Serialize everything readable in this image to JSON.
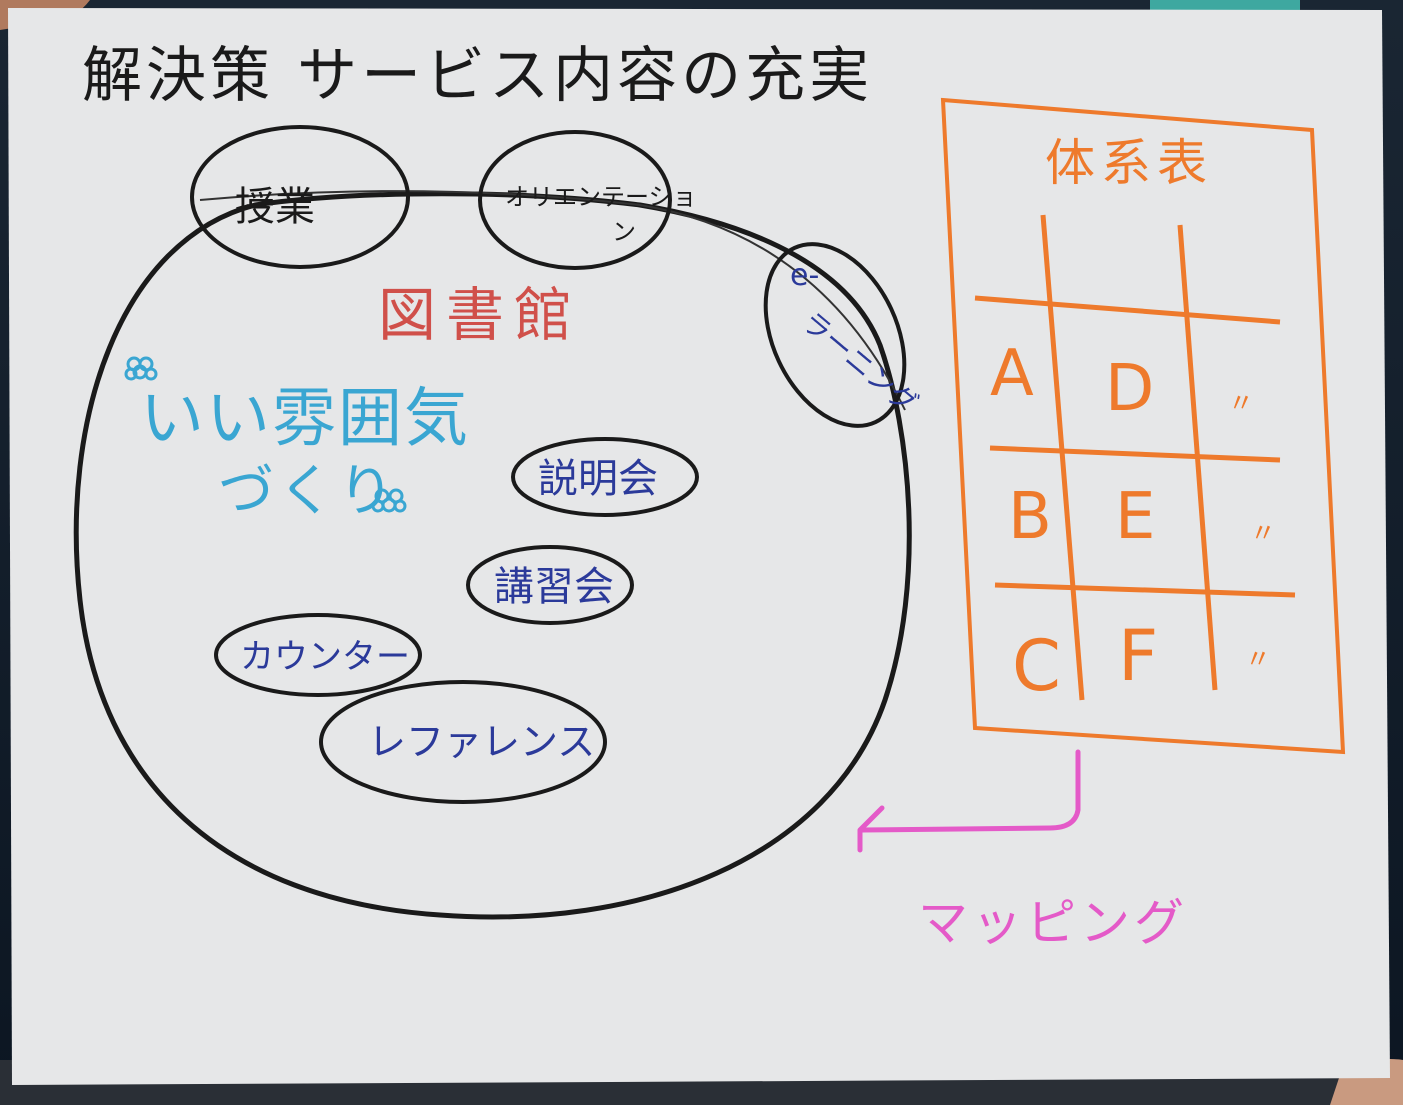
{
  "poster": {
    "title": "解決策 サービス内容の充実",
    "library_label": "図書館",
    "atmosphere_line1": "いい雰囲気",
    "atmosphere_line2": "づくり",
    "ovals": {
      "class": "授業",
      "orientation_line1": "オリエンテーショ",
      "orientation_line2": "ン",
      "elearning_line1": "e-",
      "elearning_line2": "ラーニング",
      "briefing": "説明会",
      "lecture": "講習会",
      "counter": "カウンター",
      "reference": "レファレンス"
    },
    "system_table": {
      "title": "体系表",
      "cells": [
        "A",
        "D",
        "〃",
        "B",
        "E",
        "〃",
        "C",
        "F",
        "〃"
      ]
    },
    "mapping_label": "マッピング"
  },
  "colors": {
    "paper": "#e6e7e8",
    "ink_black": "#1a1a1a",
    "ink_blue": "#2b3a9a",
    "ink_lightblue": "#3aa6d2",
    "ink_red": "#d0504a",
    "ink_orange": "#ee7a2c",
    "ink_magenta": "#e45ac8"
  }
}
